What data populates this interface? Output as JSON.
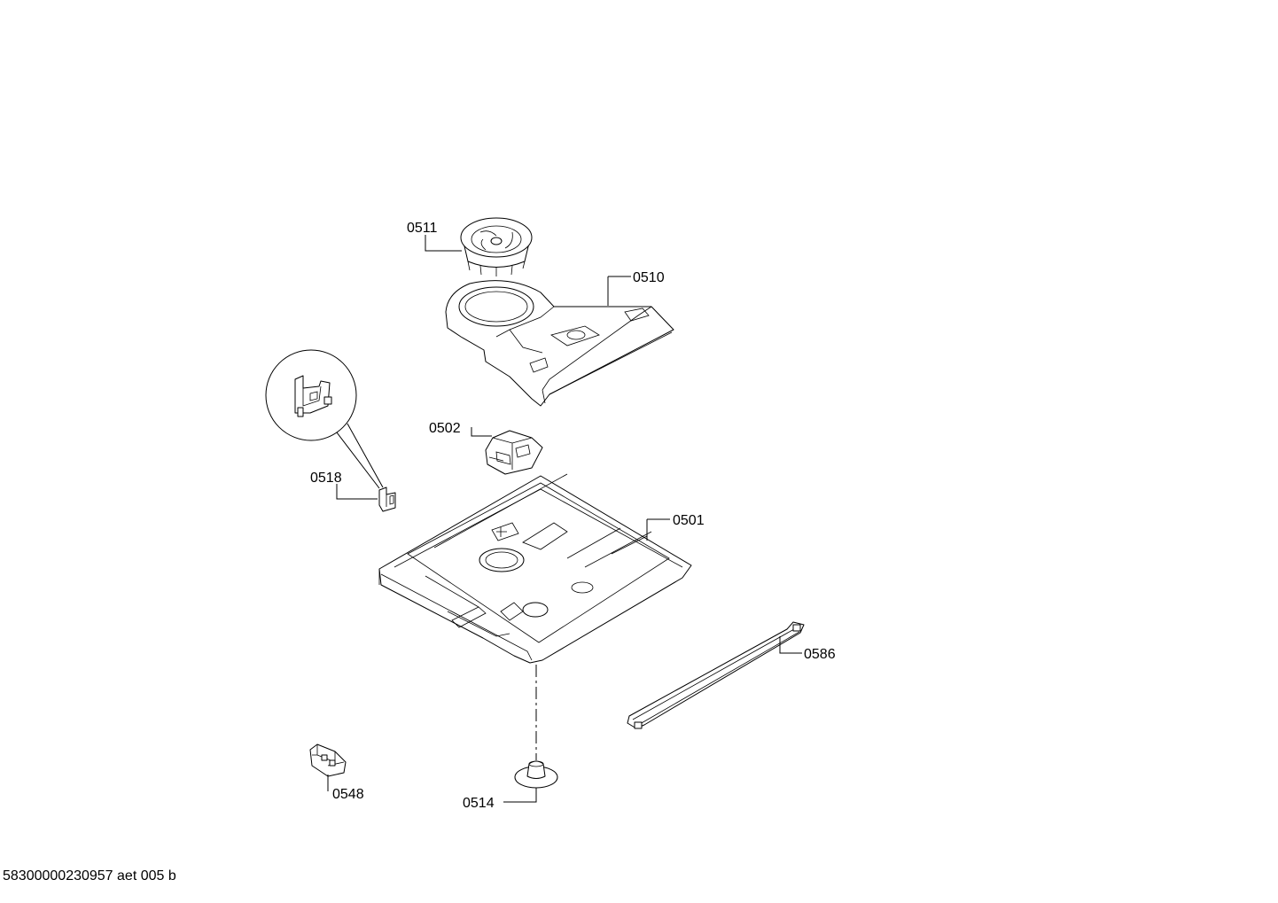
{
  "labels": {
    "p0511": "0511",
    "p0510": "0510",
    "p0502": "0502",
    "p0518": "0518",
    "p0501": "0501",
    "p0586": "0586",
    "p0548": "0548",
    "p0514": "0514"
  },
  "footer": "58300000230957 aet 005 b"
}
